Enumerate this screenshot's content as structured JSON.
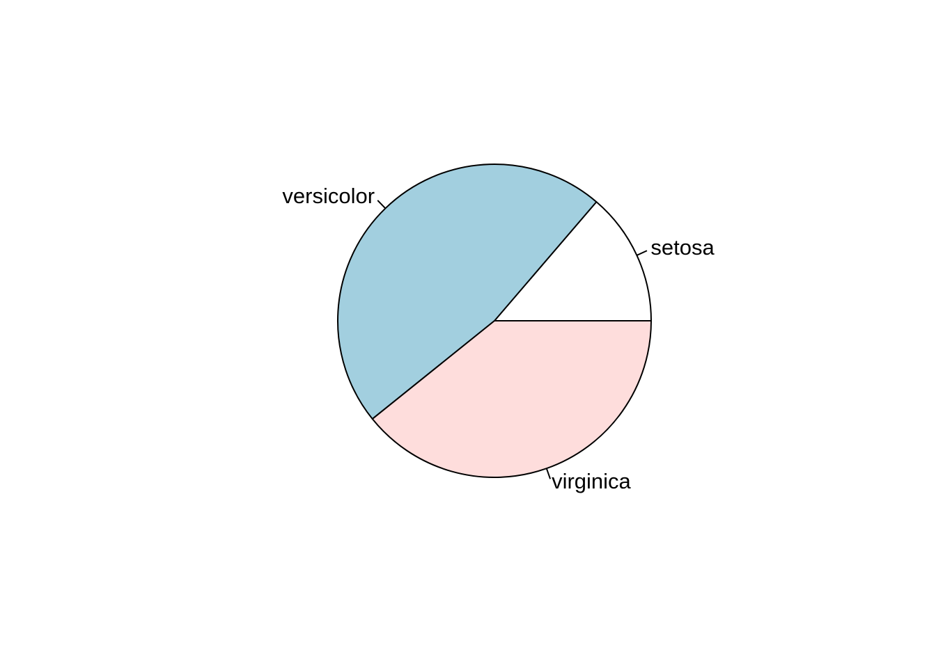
{
  "chart_data": {
    "type": "pie",
    "categories": [
      "setosa",
      "versicolor",
      "virginica"
    ],
    "values": [
      7,
      24,
      20
    ],
    "colors": [
      "#ffffff",
      "#a2cfdf",
      "#fedddc"
    ],
    "start_angle_deg": 0,
    "direction": "counterclockwise",
    "stroke_color": "#000000"
  }
}
